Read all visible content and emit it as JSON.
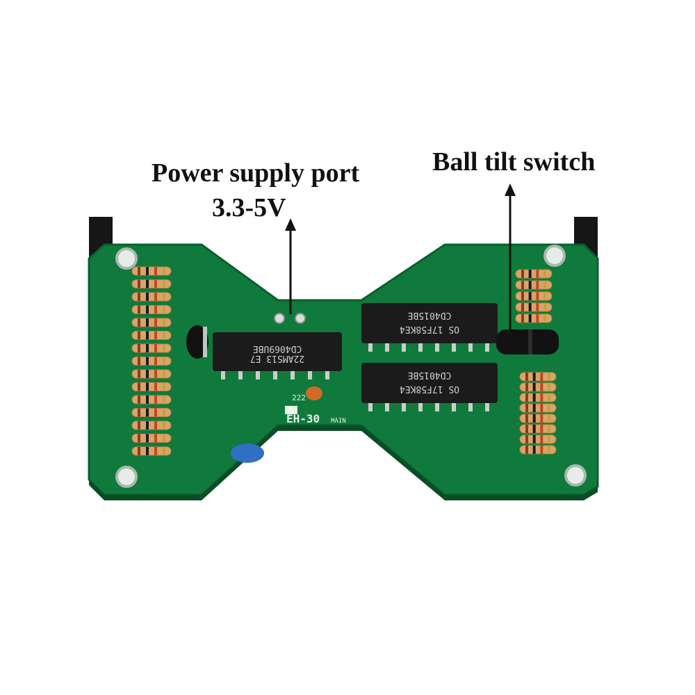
{
  "callouts": {
    "power_line1": "Power supply port",
    "power_line2": "3.3-5V",
    "tilt": "Ball tilt switch"
  },
  "board_marks": {
    "main_logo": "EH-30",
    "main_suffix": "MAIN",
    "chip_left": "CD4069UBE",
    "chip_left_code": "22AMS13 E7",
    "chip_right_top": "CD4015BE",
    "chip_right_top_code": "OS 17F58KE4",
    "chip_right_bottom": "CD4015BE",
    "chip_right_bottom_code": "OS 17F58KE4",
    "cap_value": "222"
  },
  "colors": {
    "pcb": "#0f7a3c",
    "pcb_dark": "#0b5e2d",
    "header": "#1a1a1a",
    "resistor": "#d9a46a",
    "chip": "#1b1b1b",
    "label": "#111111"
  }
}
